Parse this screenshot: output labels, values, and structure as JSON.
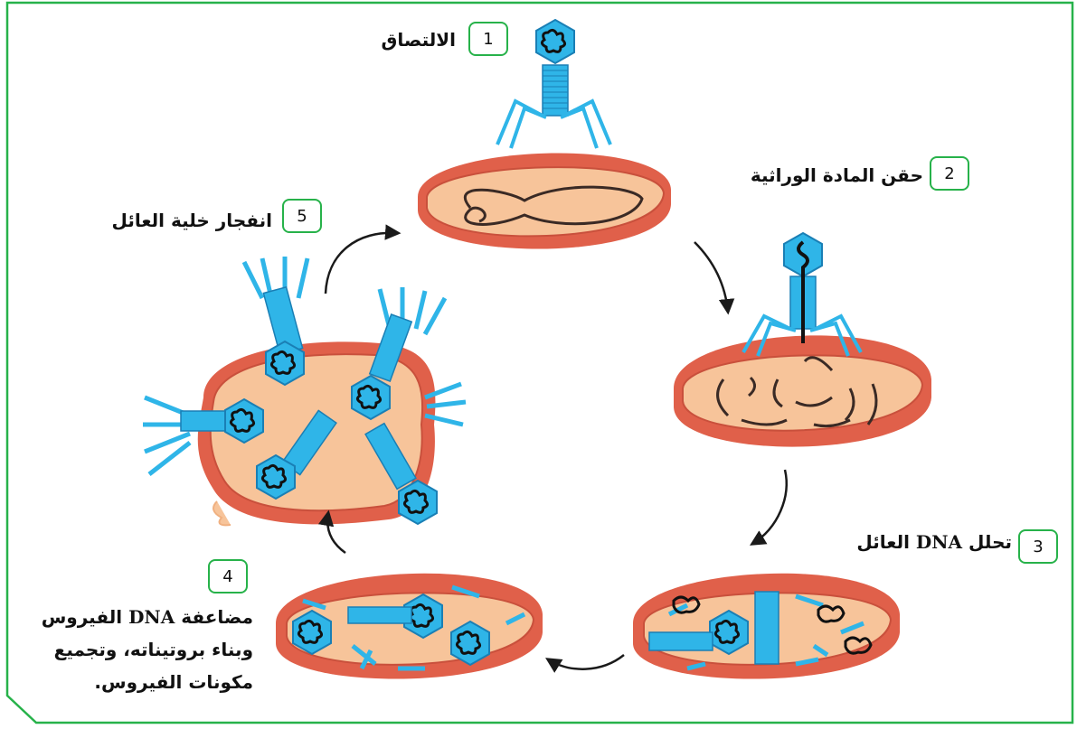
{
  "steps": [
    {
      "number": "1",
      "label": "الالتصاق"
    },
    {
      "number": "2",
      "label": "حقن المادة الوراثية"
    },
    {
      "number": "3",
      "label_pre": "تحلل",
      "label_dna": "DNA",
      "label_post": "العائل"
    },
    {
      "number": "4",
      "label_line1_pre": "مضاعفة",
      "label_line1_dna": "DNA",
      "label_line1_post": "الفيروس",
      "label_line2": "وبناء بروتيناته، وتجميع",
      "label_line3": "مكونات الفيروس."
    },
    {
      "number": "5",
      "label": "انفجار خلية العائل"
    }
  ],
  "colors": {
    "frame": "#27b24a",
    "cell_wall": "#e0604a",
    "cell_interior": "#f7c49a",
    "virus": "#2fb5e8",
    "dna": "#111111"
  }
}
